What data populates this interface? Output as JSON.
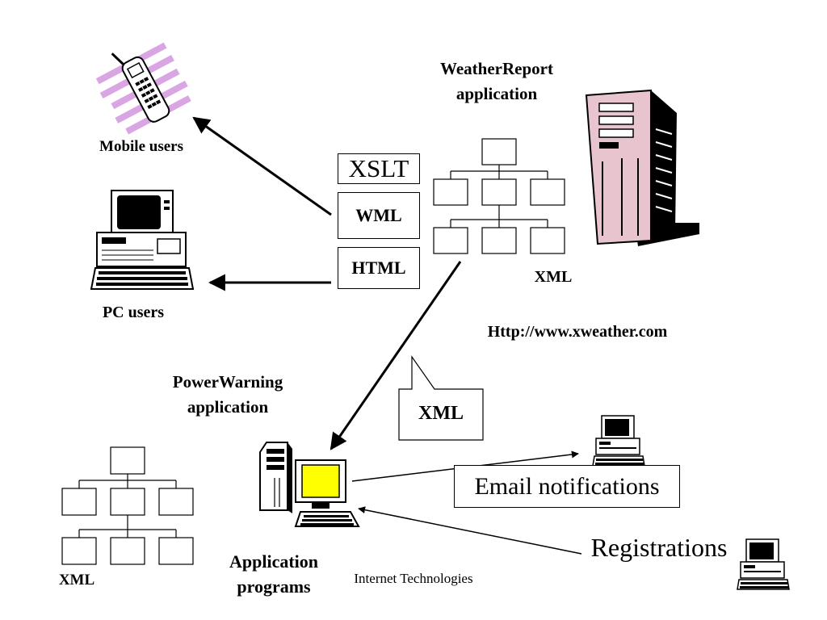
{
  "labels": {
    "weather_app": "WeatherReport application",
    "mobile_users": "Mobile users",
    "pc_users": "PC users",
    "xml_top": "XML",
    "url": "Http://www.xweather.com",
    "power_app": "PowerWarning application",
    "xml_callout": "XML",
    "xml_bottom": "XML",
    "app_programs": "Application programs",
    "footer": "Internet Technologies",
    "email": "Email notifications",
    "registrations": "Registrations"
  },
  "formats": [
    "XSLT",
    "WML",
    "HTML"
  ],
  "colors": {
    "phone": "#d9a6e3",
    "server": "#e8c4cf",
    "monitor_screen": "#ffff00",
    "line": "#000000"
  },
  "icons": [
    "phone-icon",
    "pc-icon",
    "server-icon",
    "workstation-icon",
    "small-pc-icon"
  ]
}
